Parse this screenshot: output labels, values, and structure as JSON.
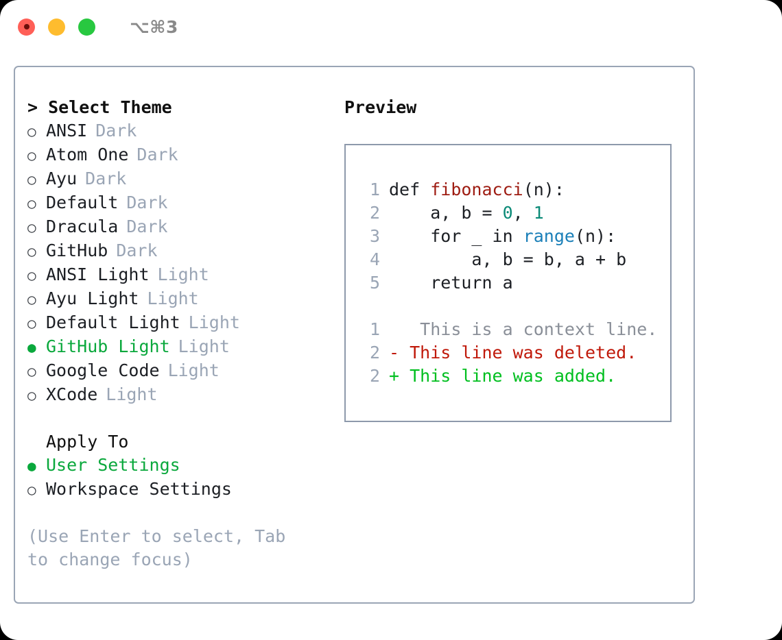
{
  "window": {
    "shortcut": "⌥⌘3",
    "traffic_lights": [
      {
        "name": "close-button",
        "color": "#ff5f57"
      },
      {
        "name": "minimize-button",
        "color": "#febc2e"
      },
      {
        "name": "maximize-button",
        "color": "#28c840"
      }
    ]
  },
  "theme_picker": {
    "heading": "> Select Theme",
    "markers": {
      "unselected": "○",
      "selected": "●"
    },
    "selected_color": "#0aa83c",
    "items": [
      {
        "label": "ANSI",
        "tag": "Dark",
        "selected": false
      },
      {
        "label": "Atom One",
        "tag": "Dark",
        "selected": false
      },
      {
        "label": "Ayu",
        "tag": "Dark",
        "selected": false
      },
      {
        "label": "Default",
        "tag": "Dark",
        "selected": false
      },
      {
        "label": "Dracula",
        "tag": "Dark",
        "selected": false
      },
      {
        "label": "GitHub",
        "tag": "Dark",
        "selected": false
      },
      {
        "label": "ANSI Light",
        "tag": "Light",
        "selected": false
      },
      {
        "label": "Ayu Light",
        "tag": "Light",
        "selected": false
      },
      {
        "label": "Default Light",
        "tag": "Light",
        "selected": false
      },
      {
        "label": "GitHub Light",
        "tag": "Light",
        "selected": true
      },
      {
        "label": "Google Code",
        "tag": "Light",
        "selected": false
      },
      {
        "label": "XCode",
        "tag": "Light",
        "selected": false
      }
    ]
  },
  "apply_to": {
    "heading": "Apply To",
    "items": [
      {
        "label": "User Settings",
        "selected": true
      },
      {
        "label": "Workspace Settings",
        "selected": false
      }
    ]
  },
  "hint": "(Use Enter to select, Tab to change focus)",
  "preview": {
    "heading": "Preview",
    "code_lines": [
      {
        "number": "1",
        "tokens": [
          {
            "text": "def ",
            "kind": "plain"
          },
          {
            "text": "fibonacci",
            "kind": "fn"
          },
          {
            "text": "(n):",
            "kind": "plain"
          }
        ]
      },
      {
        "number": "2",
        "tokens": [
          {
            "text": "    a, b = ",
            "kind": "plain"
          },
          {
            "text": "0",
            "kind": "num"
          },
          {
            "text": ", ",
            "kind": "plain"
          },
          {
            "text": "1",
            "kind": "num"
          }
        ]
      },
      {
        "number": "3",
        "tokens": [
          {
            "text": "    for _ in ",
            "kind": "plain"
          },
          {
            "text": "range",
            "kind": "call"
          },
          {
            "text": "(n):",
            "kind": "plain"
          }
        ]
      },
      {
        "number": "4",
        "tokens": [
          {
            "text": "        a, b = b, a + b",
            "kind": "plain"
          }
        ]
      },
      {
        "number": "5",
        "tokens": [
          {
            "text": "    return a",
            "kind": "plain"
          }
        ]
      }
    ],
    "diff_lines": [
      {
        "number": "1",
        "sign": " ",
        "text": "  This is a context line.",
        "kind": "context"
      },
      {
        "number": "2",
        "sign": "-",
        "text": " This line was deleted.",
        "kind": "deleted"
      },
      {
        "number": "2",
        "sign": "+",
        "text": " This line was added.",
        "kind": "added"
      }
    ]
  }
}
